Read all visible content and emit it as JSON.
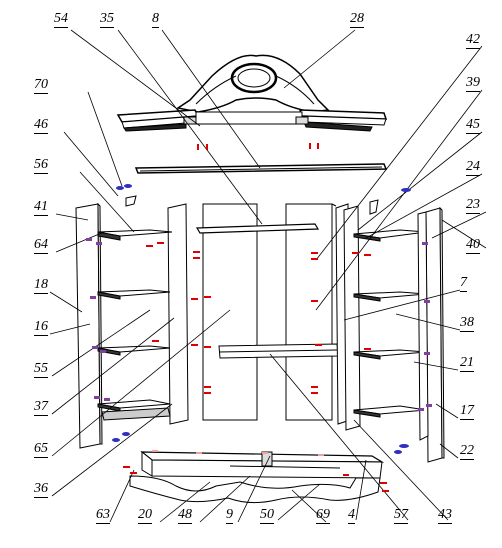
{
  "diagram": {
    "part_labels": [
      "54",
      "35",
      "8",
      "28",
      "42",
      "39",
      "45",
      "24",
      "23",
      "40",
      "70",
      "46",
      "56",
      "41",
      "64",
      "18",
      "16",
      "55",
      "37",
      "65",
      "36",
      "63",
      "20",
      "48",
      "9",
      "50",
      "69",
      "4",
      "57",
      "43",
      "22",
      "17",
      "21",
      "38",
      "7"
    ],
    "colors": {
      "line": "#000000",
      "panel_fill": "#ffffff",
      "fastener_red": "#e00000",
      "fastener_blue": "#3030c0",
      "fastener_purple": "#8040a0"
    },
    "icons": [
      "fastener-red-icon",
      "fastener-blue-icon",
      "fastener-purple-icon"
    ]
  }
}
